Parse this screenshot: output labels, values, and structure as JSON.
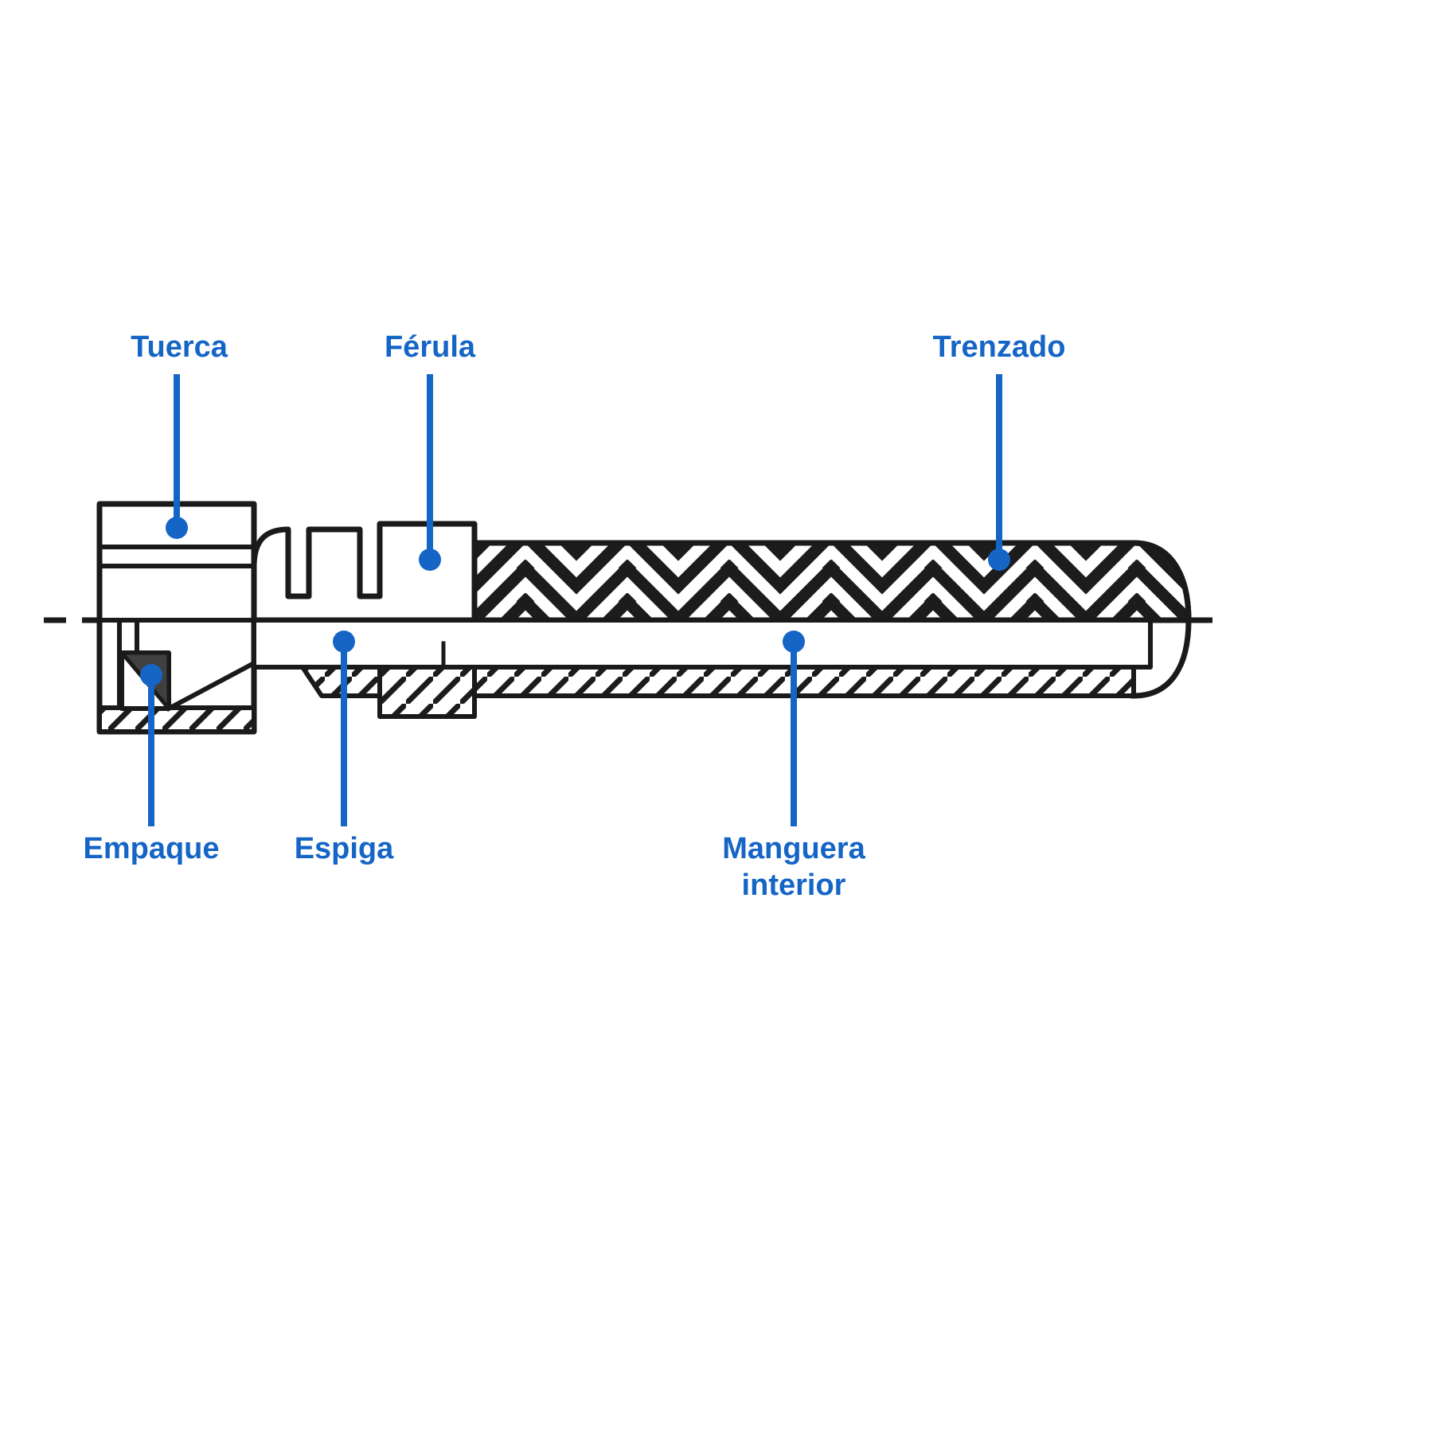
{
  "diagram": {
    "type": "hose-fitting-cross-section",
    "labels": {
      "tuerca": "Tuerca",
      "ferula": "Férula",
      "trenzado": "Trenzado",
      "empaque": "Empaque",
      "espiga": "Espiga",
      "manguera_line1": "Manguera",
      "manguera_line2": "interior"
    },
    "colors": {
      "accent": "#1565c6",
      "line": "#1a1a1a",
      "background": "#ffffff",
      "gasket_fill": "#404040"
    }
  }
}
